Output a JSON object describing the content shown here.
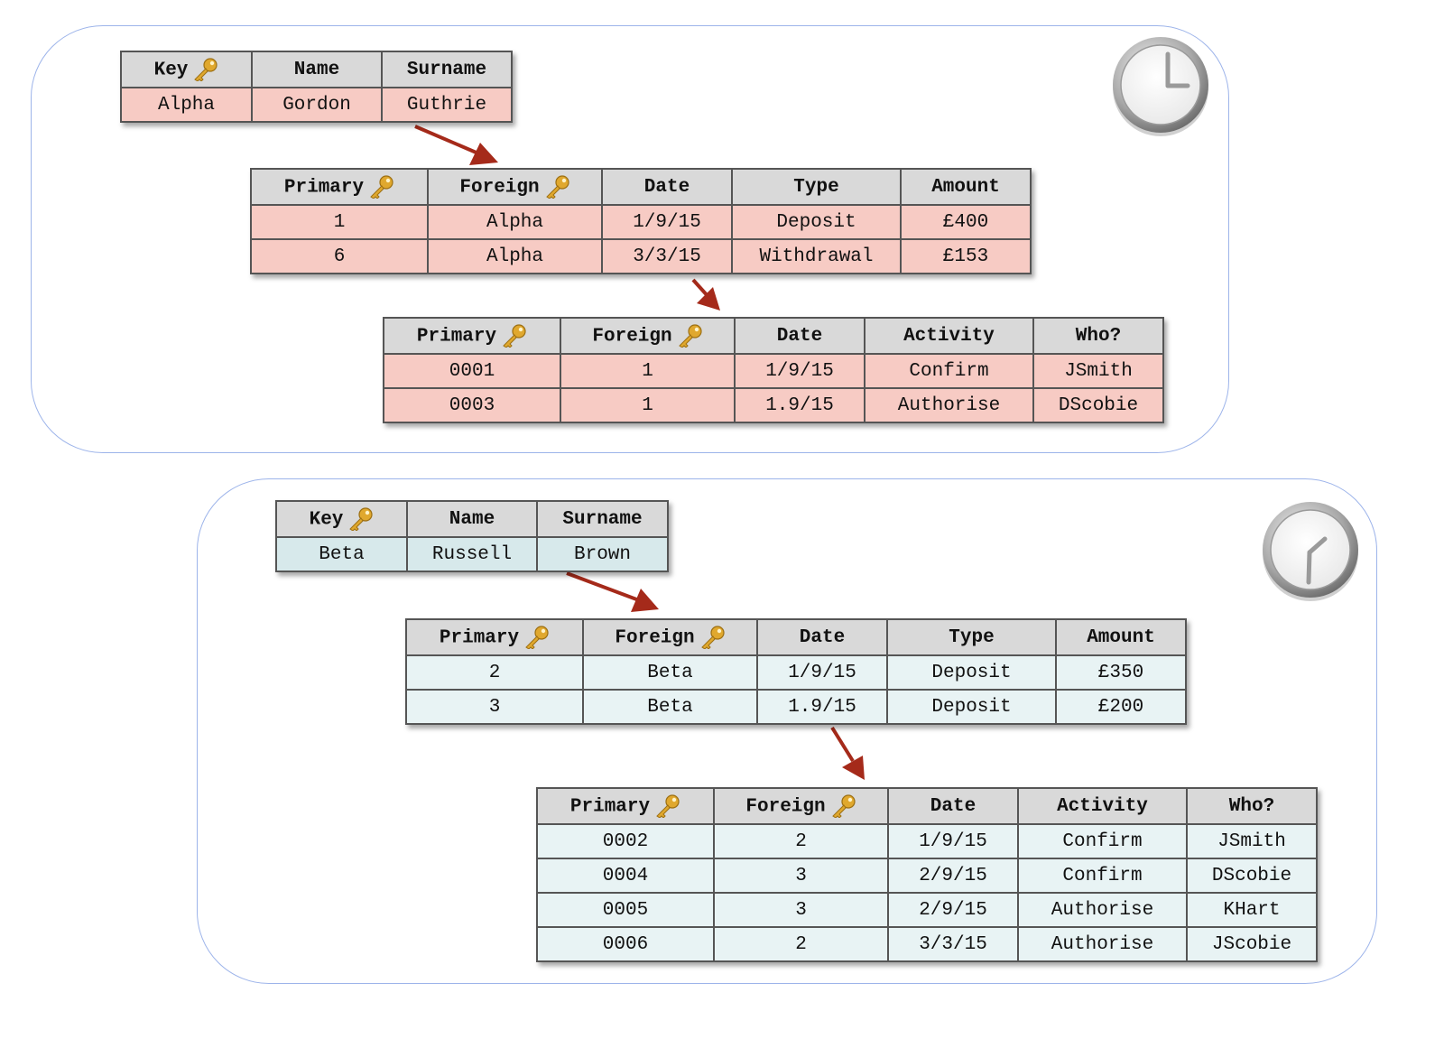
{
  "colors": {
    "group_border": "#9db4ea",
    "header_bg": "#d9d9d9",
    "row_pink": "#f7cbc4",
    "row_blue": "#d7e9eb",
    "arrow": "#a52a1a",
    "key_gold": "#e0a82e"
  },
  "icons": [
    "key-icon",
    "clock-icon"
  ],
  "group1": {
    "clock_time": "3:00",
    "table1": {
      "headers": [
        "Key",
        "Name",
        "Surname"
      ],
      "key_columns": [
        0
      ],
      "rows": [
        [
          "Alpha",
          "Gordon",
          "Guthrie"
        ]
      ]
    },
    "table2": {
      "headers": [
        "Primary",
        "Foreign",
        "Date",
        "Type",
        "Amount"
      ],
      "key_columns": [
        0,
        1
      ],
      "rows": [
        [
          "1",
          "Alpha",
          "1/9/15",
          "Deposit",
          "£400"
        ],
        [
          "6",
          "Alpha",
          "3/3/15",
          "Withdrawal",
          "£153"
        ]
      ]
    },
    "table3": {
      "headers": [
        "Primary",
        "Foreign",
        "Date",
        "Activity",
        "Who?"
      ],
      "key_columns": [
        0,
        1
      ],
      "rows": [
        [
          "0001",
          "1",
          "1/9/15",
          "Confirm",
          "JSmith"
        ],
        [
          "0003",
          "1",
          "1.9/15",
          "Authorise",
          "DScobie"
        ]
      ]
    }
  },
  "group2": {
    "clock_time": "6:05",
    "table1": {
      "headers": [
        "Key",
        "Name",
        "Surname"
      ],
      "key_columns": [
        0
      ],
      "rows": [
        [
          "Beta",
          "Russell",
          "Brown"
        ]
      ]
    },
    "table2": {
      "headers": [
        "Primary",
        "Foreign",
        "Date",
        "Type",
        "Amount"
      ],
      "key_columns": [
        0,
        1
      ],
      "rows": [
        [
          "2",
          "Beta",
          "1/9/15",
          "Deposit",
          "£350"
        ],
        [
          "3",
          "Beta",
          "1.9/15",
          "Deposit",
          "£200"
        ]
      ]
    },
    "table3": {
      "headers": [
        "Primary",
        "Foreign",
        "Date",
        "Activity",
        "Who?"
      ],
      "key_columns": [
        0,
        1
      ],
      "rows": [
        [
          "0002",
          "2",
          "1/9/15",
          "Confirm",
          "JSmith"
        ],
        [
          "0004",
          "3",
          "2/9/15",
          "Confirm",
          "DScobie"
        ],
        [
          "0005",
          "3",
          "2/9/15",
          "Authorise",
          "KHart"
        ],
        [
          "0006",
          "2",
          "3/3/15",
          "Authorise",
          "JScobie"
        ]
      ]
    }
  }
}
